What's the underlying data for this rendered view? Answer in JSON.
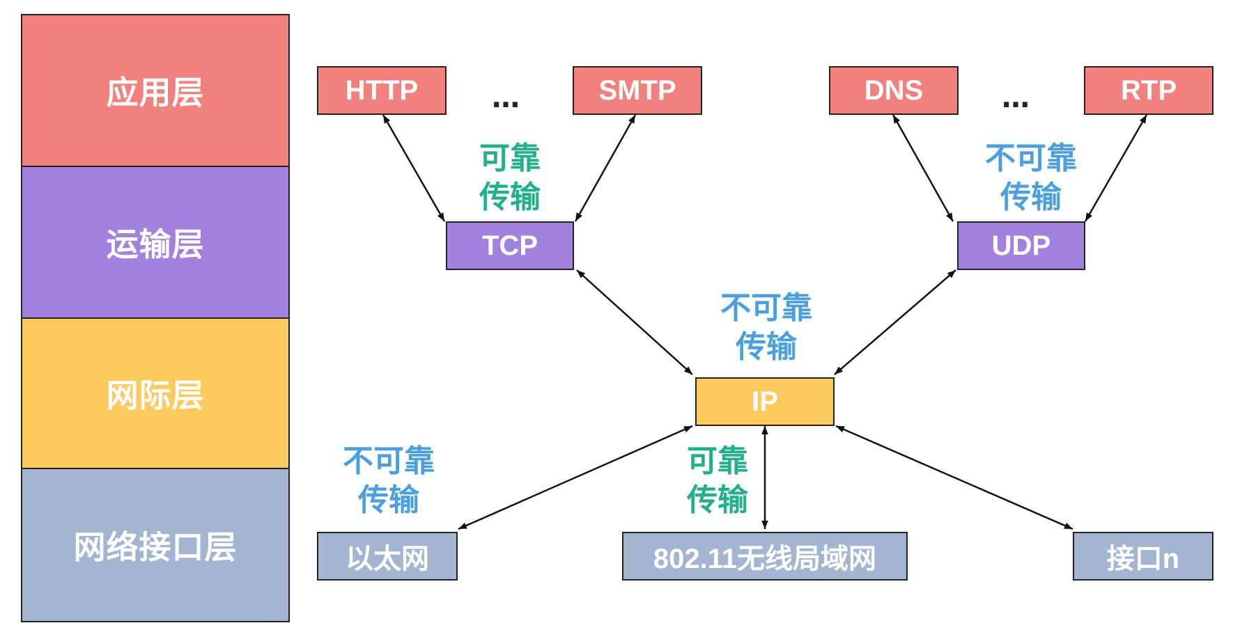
{
  "colors": {
    "application": "#f2817d",
    "transport": "#a281df",
    "internet": "#fdca5e",
    "link": "#a3b5d1",
    "reliable": "#21b18a",
    "unreliable": "#4a9fe0"
  },
  "layers": {
    "application": "应用层",
    "transport": "运输层",
    "internet": "网际层",
    "link": "网络接口层"
  },
  "protocols": {
    "http": "HTTP",
    "smtp": "SMTP",
    "dns": "DNS",
    "rtp": "RTP",
    "tcp": "TCP",
    "udp": "UDP",
    "ip": "IP",
    "ethernet": "以太网",
    "wlan": "802.11无线局域网",
    "interface_n": "接口n"
  },
  "ellipsis": {
    "left": "…",
    "right": "…"
  },
  "labels": {
    "tcp_reliable": {
      "line1": "可靠",
      "line2": "传输"
    },
    "udp_unreliable": {
      "line1": "不可靠",
      "line2": "传输"
    },
    "ip_unreliable": {
      "line1": "不可靠",
      "line2": "传输"
    },
    "ethernet_unreliable": {
      "line1": "不可靠",
      "line2": "传输"
    },
    "wlan_reliable": {
      "line1": "可靠",
      "line2": "传输"
    }
  }
}
